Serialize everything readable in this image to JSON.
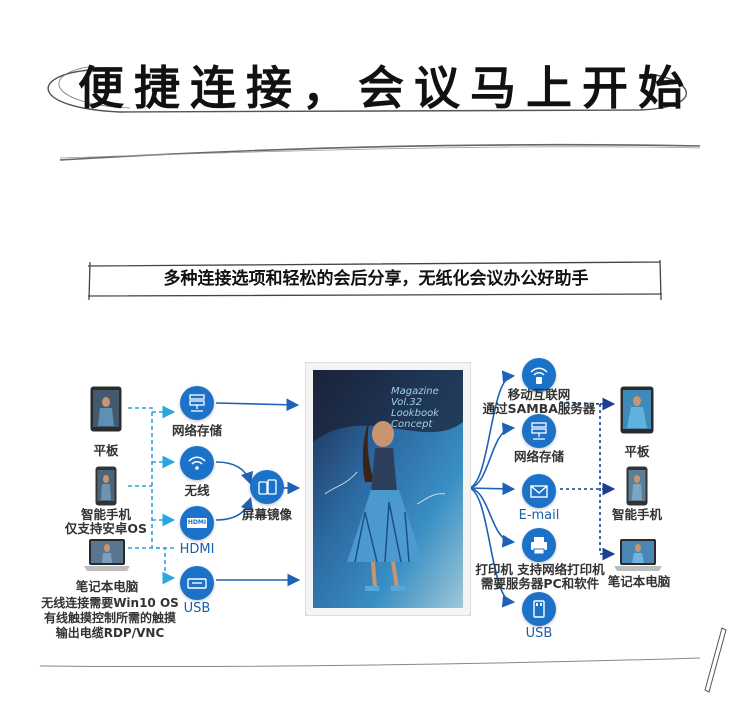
{
  "header": {
    "title": "便捷连接，会议马上开始",
    "subtitle": "多种连接选项和轻松的会后分享，无纸化会议办公好助手"
  },
  "display_art": {
    "handwriting": [
      "Magazine",
      "Vol.32",
      "Lookbook",
      "Concept"
    ]
  },
  "left_devices": {
    "tablet": "平板",
    "phone_line1": "智能手机",
    "phone_line2": "仅支持安卓OS",
    "laptop": "笔记本电脑",
    "notes": [
      "无线连接需要Win10 OS",
      "有线触摸控制所需的触摸",
      "输出电缆RDP/VNC"
    ]
  },
  "left_connections": {
    "network_storage": "网络存储",
    "wireless": "无线",
    "hdmi": "HDMI",
    "hdmi_badge": "HDMI",
    "usb": "USB",
    "screen_mirror": "屏幕镜像"
  },
  "right_connections": {
    "mobile_internet_line1": "移动互联网",
    "mobile_internet_line2": "通过SAMBA服务器",
    "network_storage": "网络存储",
    "email": "E-mail",
    "printer_line1": "打印机 支持网络打印机",
    "printer_line2": "需要服务器PC和软件",
    "usb": "USB"
  },
  "right_devices": {
    "tablet": "平板",
    "phone": "智能手机",
    "laptop": "笔记本电脑"
  },
  "colors": {
    "accent_blue": "#1c72c9",
    "arrow_blue": "#1f62b5",
    "dashed_light": "#2aa6e0",
    "dark_arrow": "#1b3f8f"
  }
}
